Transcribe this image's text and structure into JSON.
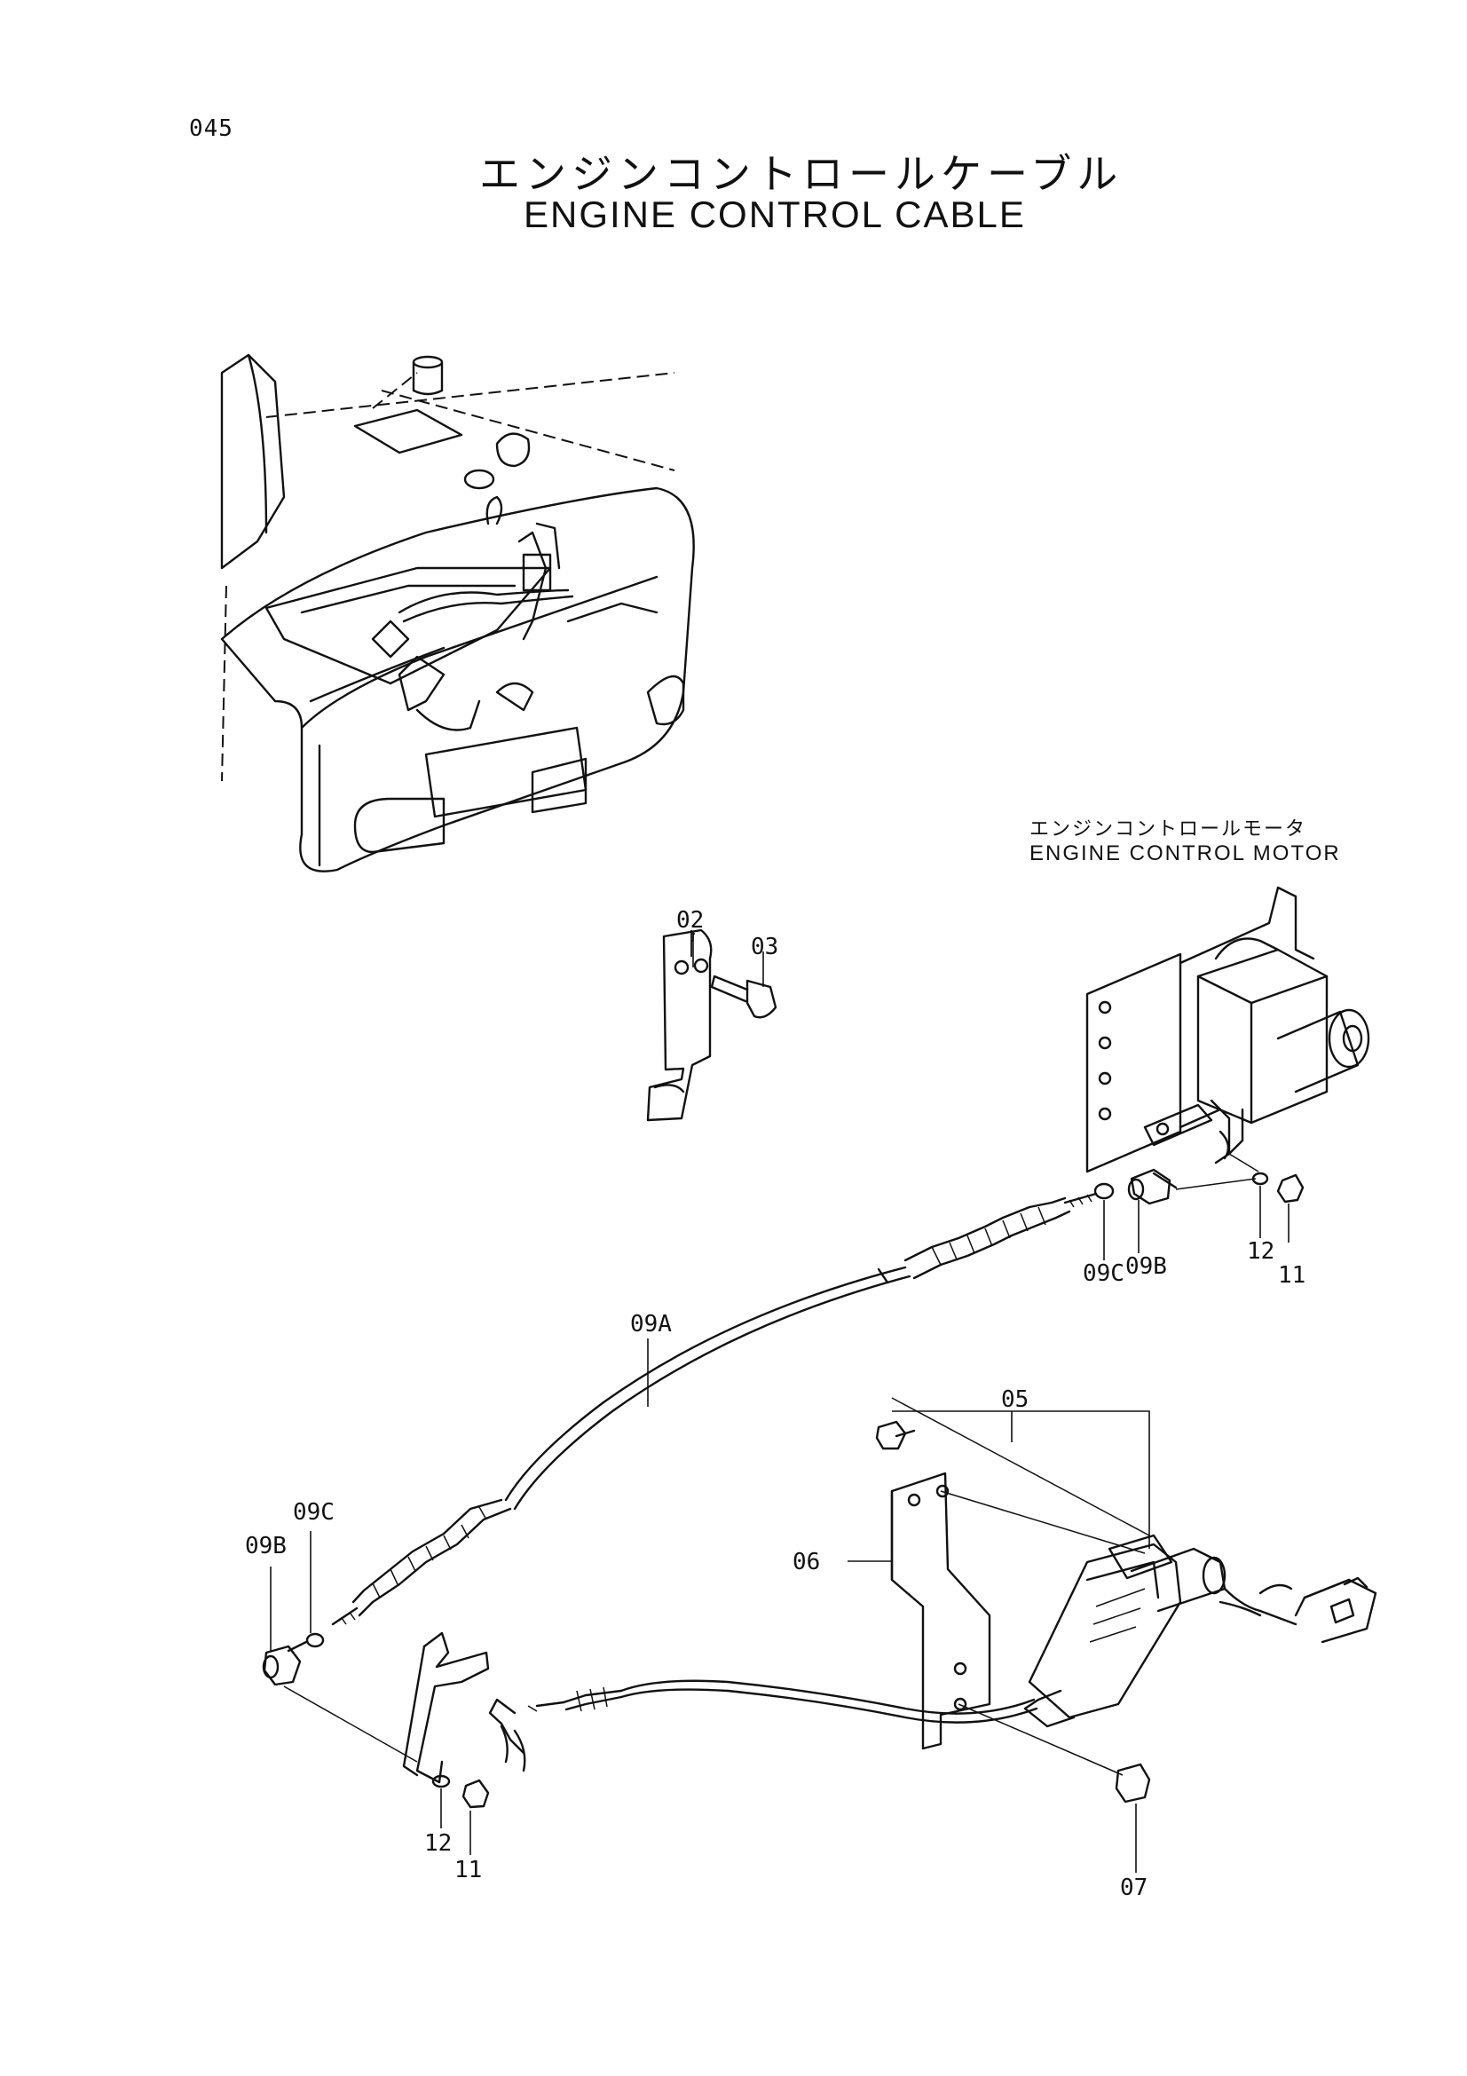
{
  "page_number": "045",
  "title_japanese": "エンジンコントロールケーブル",
  "title_english": "ENGINE CONTROL CABLE",
  "motor_label_japanese": "エンジンコントロールモータ",
  "motor_label_english": "ENGINE CONTROL MOTOR",
  "part_labels": {
    "p02": "02",
    "p03": "03",
    "p09c_top": "09C",
    "p09b_top": "09B",
    "p12_top": "12",
    "p11_top": "11",
    "p09a": "09A",
    "p05": "05",
    "p06": "06",
    "p09b_left": "09B",
    "p09c_left": "09C",
    "p12_bottom": "12",
    "p11_bottom": "11",
    "p07": "07"
  }
}
